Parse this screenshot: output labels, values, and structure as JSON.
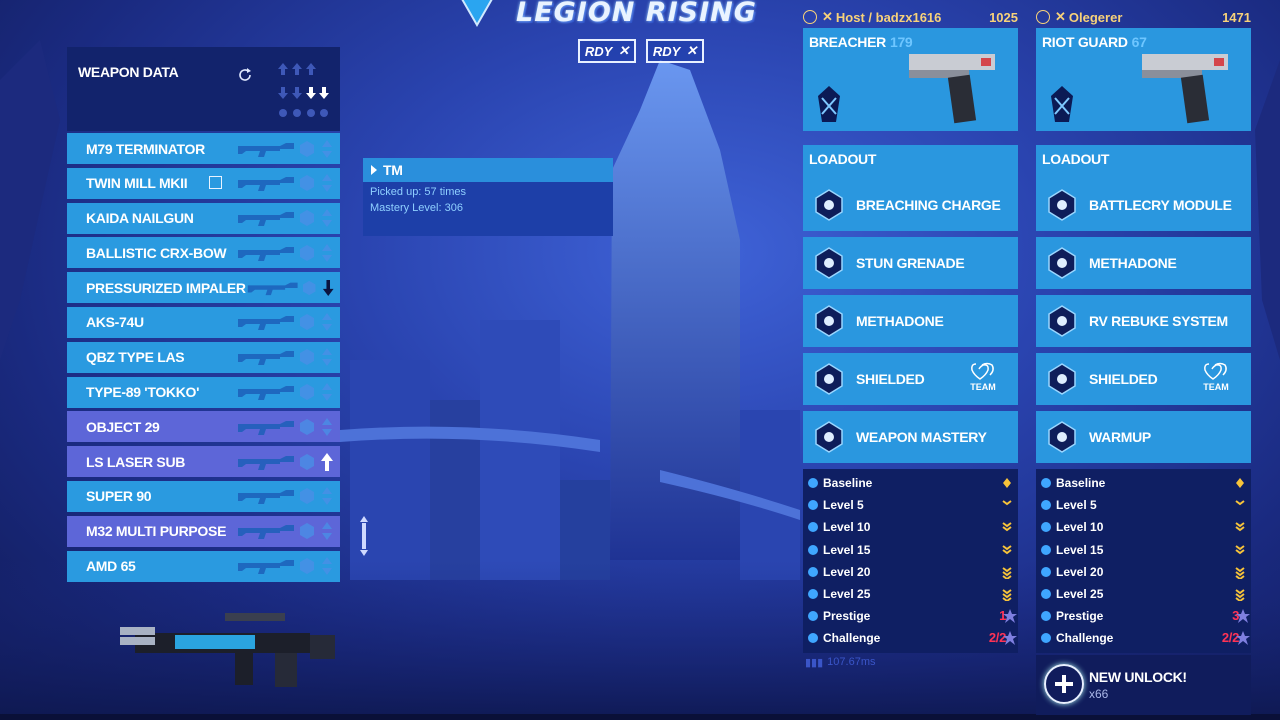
{
  "game": {
    "title": "LEGION RISING",
    "rdy_buttons": [
      "RDY",
      "RDY"
    ]
  },
  "weapon_panel": {
    "title": "WEAPON DATA",
    "weapons": [
      {
        "name": "M79 TERMINATOR",
        "style": "blue",
        "arrow": "none",
        "checkbox": false
      },
      {
        "name": "TWIN MILL MKII",
        "style": "blue",
        "arrow": "none",
        "checkbox": true
      },
      {
        "name": "KAIDA NAILGUN",
        "style": "blue",
        "arrow": "none",
        "checkbox": false
      },
      {
        "name": "BALLISTIC CRX-BOW",
        "style": "blue",
        "arrow": "none",
        "checkbox": false
      },
      {
        "name": "PRESSURIZED IMPALER",
        "style": "blue",
        "arrow": "down",
        "checkbox": false
      },
      {
        "name": "AKS-74U",
        "style": "blue",
        "arrow": "none",
        "checkbox": false
      },
      {
        "name": "QBZ TYPE LAS",
        "style": "blue",
        "arrow": "none",
        "checkbox": false
      },
      {
        "name": "TYPE-89 'TOKKO'",
        "style": "blue",
        "arrow": "none",
        "checkbox": false
      },
      {
        "name": "OBJECT 29",
        "style": "purple",
        "arrow": "none",
        "checkbox": false
      },
      {
        "name": "LS LASER SUB",
        "style": "purple",
        "arrow": "up",
        "checkbox": false
      },
      {
        "name": "SUPER 90",
        "style": "blue",
        "arrow": "none",
        "checkbox": false
      },
      {
        "name": "M32 MULTI PURPOSE",
        "style": "purple",
        "arrow": "none",
        "checkbox": false
      },
      {
        "name": "AMD 65",
        "style": "blue",
        "arrow": "none",
        "checkbox": false
      }
    ]
  },
  "tooltip": {
    "title": "TM",
    "picked_up": "Picked up: 57 times",
    "mastery": "Mastery Level: 306"
  },
  "players": [
    {
      "header_name": "Host / badzx1616",
      "score": "1025",
      "character": "BREACHER",
      "char_level": "179",
      "loadout_label": "LOADOUT",
      "items": [
        "BREACHING CHARGE",
        "STUN GRENADE",
        "METHADONE",
        "SHIELDED",
        "WEAPON MASTERY"
      ],
      "team_label": "TEAM",
      "levels": [
        "Baseline",
        "Level 5",
        "Level 10",
        "Level 15",
        "Level 20",
        "Level 25",
        "Prestige",
        "Challenge"
      ],
      "prestige_value": "1",
      "challenge_value": "2/2",
      "ping": "107.67ms"
    },
    {
      "header_name": "Olegerer",
      "score": "1471",
      "character": "RIOT GUARD",
      "char_level": "67",
      "loadout_label": "LOADOUT",
      "items": [
        "BATTLECRY MODULE",
        "METHADONE",
        "RV REBUKE SYSTEM",
        "SHIELDED",
        "WARMUP"
      ],
      "team_label": "TEAM",
      "levels": [
        "Baseline",
        "Level 5",
        "Level 10",
        "Level 15",
        "Level 20",
        "Level 25",
        "Prestige",
        "Challenge"
      ],
      "prestige_value": "3",
      "challenge_value": "2/2"
    }
  ],
  "unlock": {
    "title": "NEW UNLOCK!",
    "count": "x66"
  },
  "colors": {
    "row_blue": "#2a9ae0",
    "row_purple": "#5d66d8",
    "panel_dark": "#12236c",
    "gold": "#f7d27a",
    "red": "#ff3355"
  }
}
